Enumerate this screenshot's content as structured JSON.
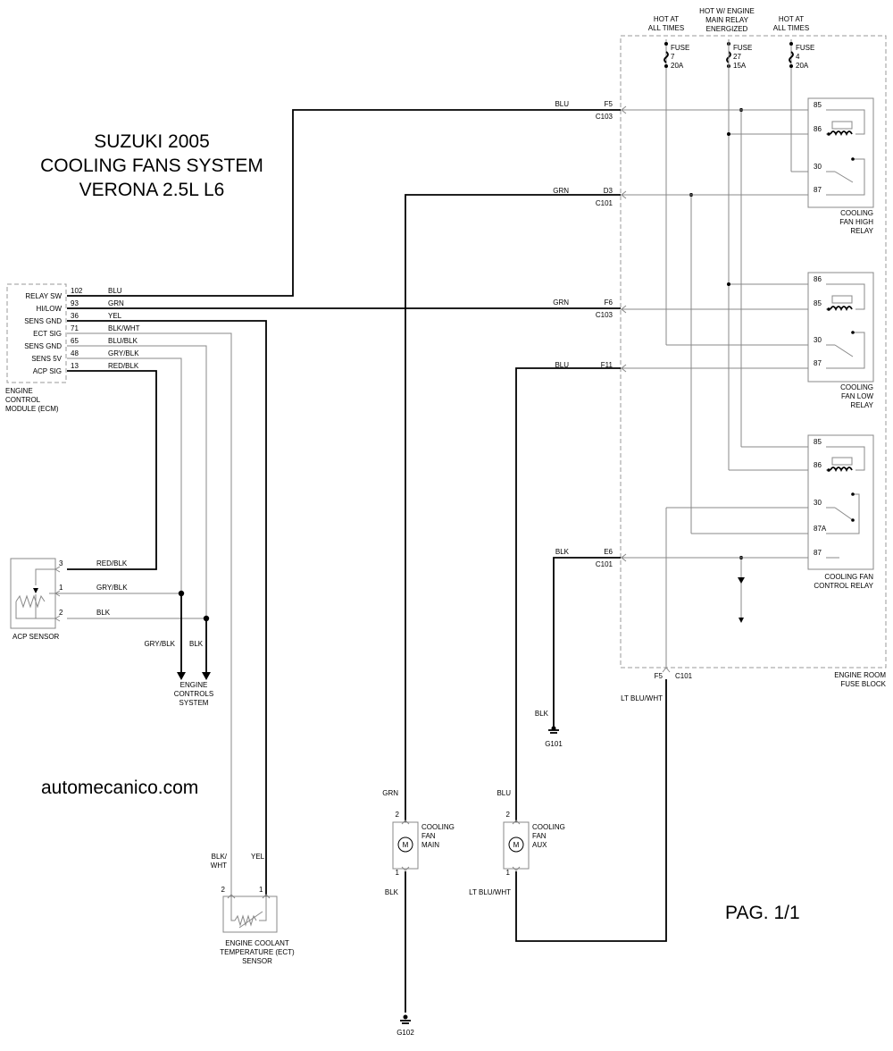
{
  "title": {
    "line1": "SUZUKI 2005",
    "line2": "COOLING FANS SYSTEM",
    "line3": "VERONA 2.5L L6"
  },
  "watermark": "automecanico.com",
  "page_label": "PAG. 1/1",
  "power": {
    "hot1": [
      "HOT AT",
      "ALL TIMES"
    ],
    "hot2": [
      "HOT W/ ENGINE",
      "MAIN RELAY",
      "ENERGIZED"
    ],
    "hot3": [
      "HOT AT",
      "ALL TIMES"
    ],
    "fuse7": [
      "FUSE",
      "7",
      "20A"
    ],
    "fuse27": [
      "FUSE",
      "27",
      "15A"
    ],
    "fuse4": [
      "FUSE",
      "4",
      "20A"
    ]
  },
  "ecm": {
    "label": [
      "ENGINE",
      "CONTROL",
      "MODULE (ECM)"
    ],
    "pins": [
      {
        "name": "RELAY SW",
        "num": "102",
        "color": "BLU"
      },
      {
        "name": "HI/LOW",
        "num": "93",
        "color": "GRN"
      },
      {
        "name": "SENS GND",
        "num": "36",
        "color": "YEL"
      },
      {
        "name": "ECT SIG",
        "num": "71",
        "color": "BLK/WHT"
      },
      {
        "name": "SENS GND",
        "num": "65",
        "color": "BLU/BLK"
      },
      {
        "name": "SENS 5V",
        "num": "48",
        "color": "GRY/BLK"
      },
      {
        "name": "ACP SIG",
        "num": "13",
        "color": "RED/BLK"
      }
    ]
  },
  "connectors": {
    "f5": {
      "wire": "BLU",
      "pin": "F5",
      "conn": "C103"
    },
    "d3": {
      "wire": "GRN",
      "pin": "D3",
      "conn": "C101"
    },
    "f6": {
      "wire": "GRN",
      "pin": "F6",
      "conn": "C103"
    },
    "f11": {
      "wire": "BLU",
      "pin": "F11",
      "conn": ""
    },
    "e6": {
      "wire": "BLK",
      "pin": "E6",
      "conn": "C101"
    },
    "f5b": {
      "pin": "F5",
      "conn": "C101",
      "wire": "LT BLU/WHT"
    }
  },
  "relays": {
    "high": {
      "pins": [
        "85",
        "86",
        "30",
        "87"
      ],
      "label": [
        "COOLING",
        "FAN HIGH",
        "RELAY"
      ]
    },
    "low": {
      "pins": [
        "86",
        "85",
        "30",
        "87"
      ],
      "label": [
        "COOLING",
        "FAN LOW",
        "RELAY"
      ]
    },
    "control": {
      "pins": [
        "85",
        "86",
        "30",
        "87A",
        "87"
      ],
      "label": [
        "COOLING FAN",
        "CONTROL RELAY"
      ]
    }
  },
  "fuse_block_label": [
    "ENGINE ROOM",
    "FUSE BLOCK"
  ],
  "acp": {
    "label": "ACP SENSOR",
    "pins": [
      {
        "num": "3",
        "color": "RED/BLK"
      },
      {
        "num": "1",
        "color": "GRY/BLK"
      },
      {
        "num": "2",
        "color": "BLK"
      }
    ],
    "down1": "GRY/BLK",
    "down2": "BLK",
    "dest": [
      "ENGINE",
      "CONTROLS",
      "SYSTEM"
    ]
  },
  "ground_g101": {
    "wire": "BLK",
    "label": "G101"
  },
  "ground_g102": {
    "label": "G102"
  },
  "fan_main": {
    "label": [
      "COOLING",
      "FAN",
      "MAIN"
    ],
    "wire_top": "GRN",
    "wire_bot": "BLK",
    "pin_top": "2",
    "pin_bot": "1",
    "symbol": "M"
  },
  "fan_aux": {
    "label": [
      "COOLING",
      "FAN",
      "AUX"
    ],
    "wire_top": "BLU",
    "wire_bot": "LT BLU/WHT",
    "pin_top": "2",
    "pin_bot": "1",
    "symbol": "M"
  },
  "ect": {
    "label": [
      "ENGINE COOLANT",
      "TEMPERATURE (ECT)",
      "SENSOR"
    ],
    "wire_left": [
      "BLK/",
      "WHT"
    ],
    "wire_right": "YEL",
    "pin_left": "2",
    "pin_right": "1"
  }
}
